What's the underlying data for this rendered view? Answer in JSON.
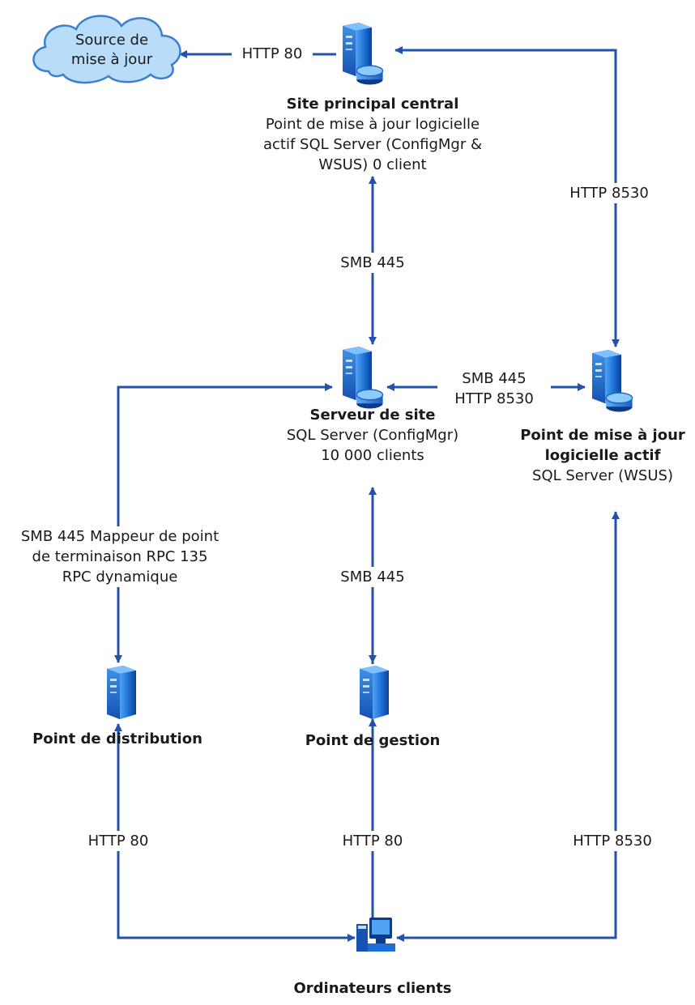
{
  "nodes": {
    "update_source": {
      "line1": "Source de",
      "line2": "mise à jour"
    },
    "central_site": {
      "title": "Site principal central",
      "line1": "Point de mise à jour logicielle",
      "line2": "actif SQL Server (ConfigMgr &",
      "line3": "WSUS) 0 client"
    },
    "site_server": {
      "title": "Serveur de site",
      "line1": "SQL Server (ConfigMgr)",
      "line2": "10 000 clients"
    },
    "active_sup": {
      "title1": "Point de mise à jour",
      "title2": "logicielle actif",
      "line1": "SQL Server (WSUS)"
    },
    "distribution_point": {
      "title": "Point de distribution"
    },
    "management_point": {
      "title": "Point de gestion"
    },
    "client_computers": {
      "title": "Ordinateurs clients"
    }
  },
  "connections": {
    "central_to_source": "HTTP 80",
    "active_sup_to_central": "HTTP 8530",
    "central_site_server": "SMB 445",
    "site_to_active_sup_1": "SMB 445",
    "site_to_active_sup_2": "HTTP 8530",
    "site_to_distribution_1": "SMB 445 Mappeur de point",
    "site_to_distribution_2": "de terminaison RPC 135",
    "site_to_distribution_3": "RPC dynamique",
    "site_to_management": "SMB 445",
    "clients_to_distribution": "HTTP 80",
    "clients_to_management": "HTTP 80",
    "clients_to_active_sup": "HTTP 8530"
  },
  "colors": {
    "line": "#2352a8",
    "server_dark": "#1452b8",
    "server_light": "#4fa3f0",
    "cloud_fill": "#b9dcf8",
    "cloud_stroke": "#3a7fd0"
  },
  "icons": {
    "server": "server-icon",
    "server_db": "server-database-icon",
    "cloud": "cloud-icon",
    "client": "client-computer-icon"
  }
}
